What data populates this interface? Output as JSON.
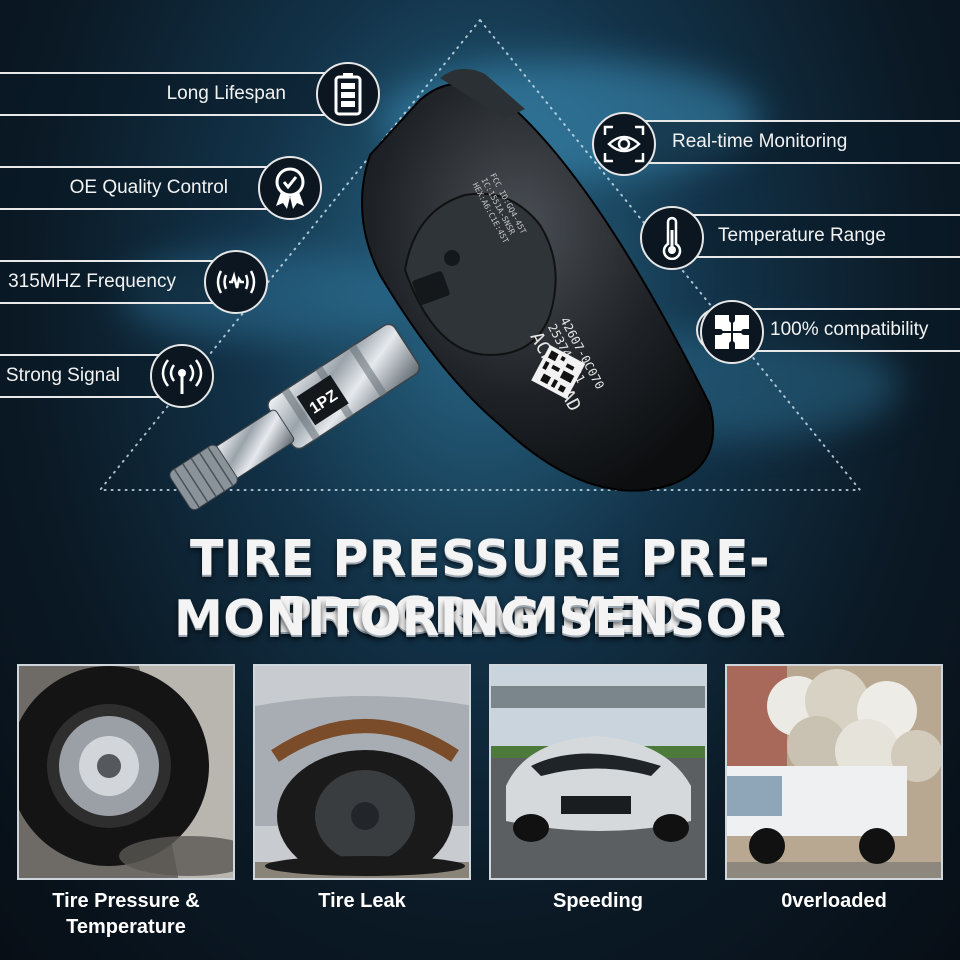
{
  "features_left": [
    {
      "label": "Long Lifespan",
      "icon": "battery-icon"
    },
    {
      "label": "OE Quality Control",
      "icon": "quality-badge-icon"
    },
    {
      "label": "315MHZ Frequency",
      "icon": "frequency-wave-icon"
    },
    {
      "label": "Strong Signal",
      "icon": "signal-broadcast-icon"
    }
  ],
  "features_right": [
    {
      "label": "Real-time Monitoring",
      "icon": "eye-scan-icon"
    },
    {
      "label": "Temperature Range",
      "icon": "thermometer-icon"
    },
    {
      "label": "100% compatibility",
      "icon": "puzzle-icon"
    }
  ],
  "sensor": {
    "text_lines": [
      "42607-0C070",
      "25374-101",
      "ACFEA2AD"
    ],
    "small_lines": [
      "FCC ID:GQ4-45T",
      "IC:1551A-SNSR",
      "HEX:A6:C1E:45T"
    ],
    "stem_label": "1PZ"
  },
  "title": {
    "line1": "TIRE PRESSURE PRE-PROGRAMMED",
    "line2": "MONITORING SENSOR"
  },
  "photos": [
    {
      "caption_line1": "Tire Pressure &",
      "caption_line2": "Temperature"
    },
    {
      "caption_line1": "Tire Leak",
      "caption_line2": ""
    },
    {
      "caption_line1": "Speeding",
      "caption_line2": ""
    },
    {
      "caption_line1": "0verloaded",
      "caption_line2": ""
    }
  ],
  "colors": {
    "accent": "#e8e8e8",
    "background": "#0b1a26"
  }
}
